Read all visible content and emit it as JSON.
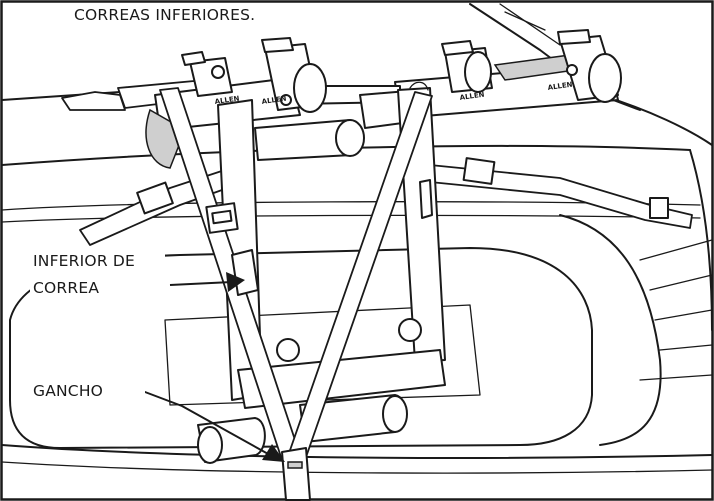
{
  "labels": {
    "top": "CORREAS INFERIORES.",
    "inferior_line1": "INFERIOR DE",
    "inferior_line2": "CORREA",
    "gancho": "GANCHO"
  },
  "brand_marks": [
    "ALLEN",
    "ALLEN",
    "ALLEN",
    "ALLEN"
  ],
  "colors": {
    "line": "#1a1a1a",
    "shade": "#cfcfcf",
    "background": "#ffffff"
  }
}
